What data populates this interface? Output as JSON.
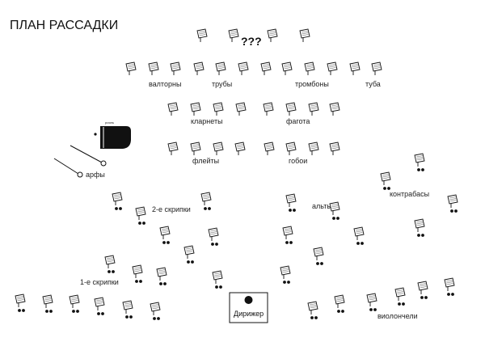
{
  "title": "ПЛАН РАССАДКИ",
  "unknown_marker": "???",
  "labels": {
    "horns": "валторны",
    "trumpets": "трубы",
    "trombones": "тромбоны",
    "tuba": "туба",
    "clarinets": "кларнеты",
    "bassoons": "фагота",
    "flutes": "флейты",
    "oboes": "гобои",
    "harps": "арфы",
    "violins2": "2-е скрипки",
    "violas": "альты",
    "contrabasses": "контрабасы",
    "violins1": "1-е скрипки",
    "cellos": "виолончели",
    "piano": "рояль"
  },
  "conductor": {
    "label": "Дирижер"
  },
  "colors": {
    "ink": "#111111",
    "stand_fill": "#ffffff",
    "background": "#ffffff"
  },
  "icons": {
    "music_stand": "music-stand-icon",
    "chair": "chair-dots-icon",
    "piano": "piano-icon",
    "harp": "harp-icon",
    "podium": "podium-icon"
  }
}
